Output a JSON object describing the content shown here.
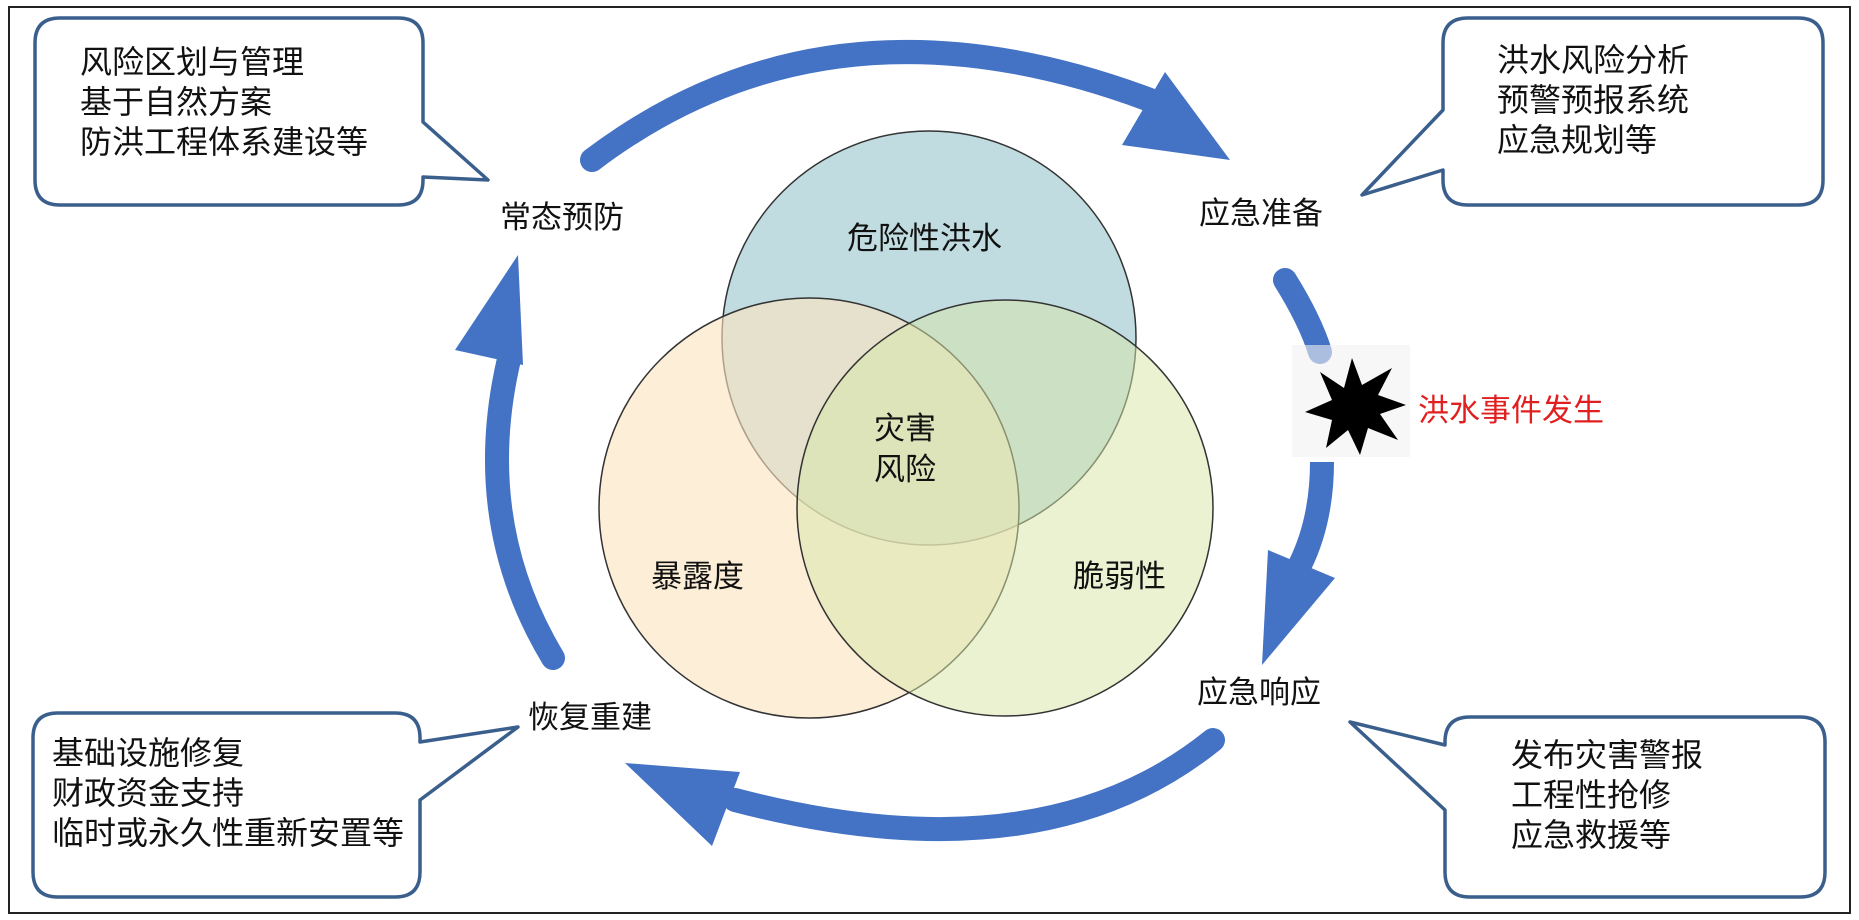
{
  "stages": {
    "prevention": "常态预防",
    "preparation": "应急准备",
    "response": "应急响应",
    "recovery": "恢复重建"
  },
  "callouts": {
    "prevention": [
      "风险区划与管理",
      "基于自然方案",
      "防洪工程体系建设等"
    ],
    "preparation": [
      "洪水风险分析",
      "预警预报系统",
      "应急规划等"
    ],
    "response": [
      "发布灾害警报",
      "工程性抢修",
      "应急救援等"
    ],
    "recovery": [
      "基础设施修复",
      "财政资金支持",
      "临时或永久性重新安置等"
    ]
  },
  "venn": {
    "hazard": "危险性洪水",
    "exposure": "暴露度",
    "vulnerability": "脆弱性",
    "center_line1": "灾害",
    "center_line2": "风险"
  },
  "event_label": "洪水事件发生",
  "colors": {
    "arrow": "#4472c4",
    "callout_border": "#3a5f8c",
    "hazard_fill": "#a9cfd4",
    "exposure_fill": "#fbe3c0",
    "vulnerability_fill": "#d7e7a8",
    "event_text": "#e02020"
  }
}
